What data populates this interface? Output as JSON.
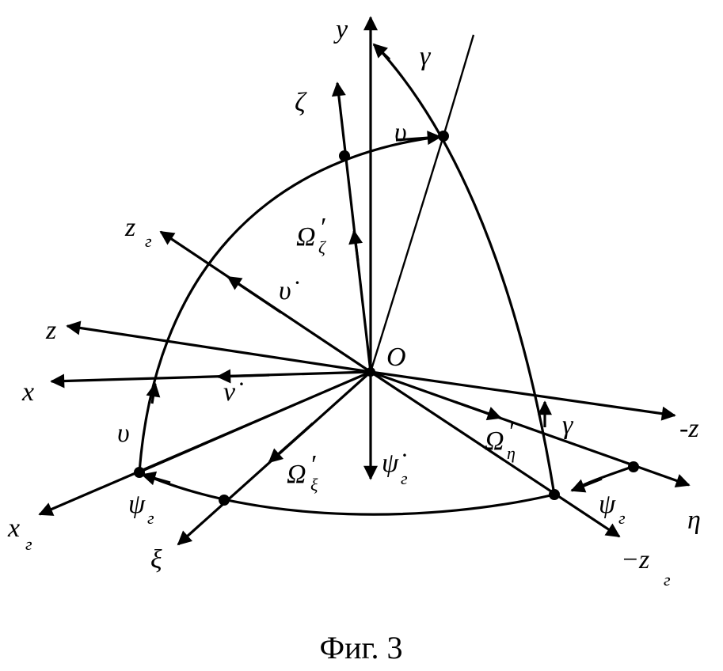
{
  "figure": {
    "caption": "Фиг. 3",
    "origin_label": "O",
    "labels": {
      "y": "y",
      "zeta": "ζ",
      "gamma_top": "γ",
      "upsilon_top": "υ",
      "z_g": "z",
      "z_g_sub": "г",
      "omega_zeta": "Ω",
      "omega_zeta_prime": "′",
      "omega_zeta_sub": "ζ",
      "upsilon_dot_upper": "υ̇",
      "z": "z",
      "x": "x",
      "nu_dot": "ν̇",
      "upsilon_left": "υ",
      "x_g": "x",
      "x_g_sub": "г",
      "psi_g_left": "ψ",
      "psi_g_left_sub": "г",
      "xi": "ξ",
      "omega_xi": "Ω",
      "omega_xi_prime": "′",
      "omega_xi_sub": "ξ",
      "psi_dot_g": "ψ̇",
      "psi_dot_g_sub": "г",
      "omega_eta": "Ω",
      "omega_eta_prime": "′",
      "omega_eta_sub": "η",
      "gamma_right": "γ",
      "minus_z": "-z",
      "eta": "η",
      "psi_g_right": "ψ",
      "psi_g_right_sub": "г",
      "minus_z_g": "−z",
      "minus_z_g_sub": "г"
    }
  }
}
